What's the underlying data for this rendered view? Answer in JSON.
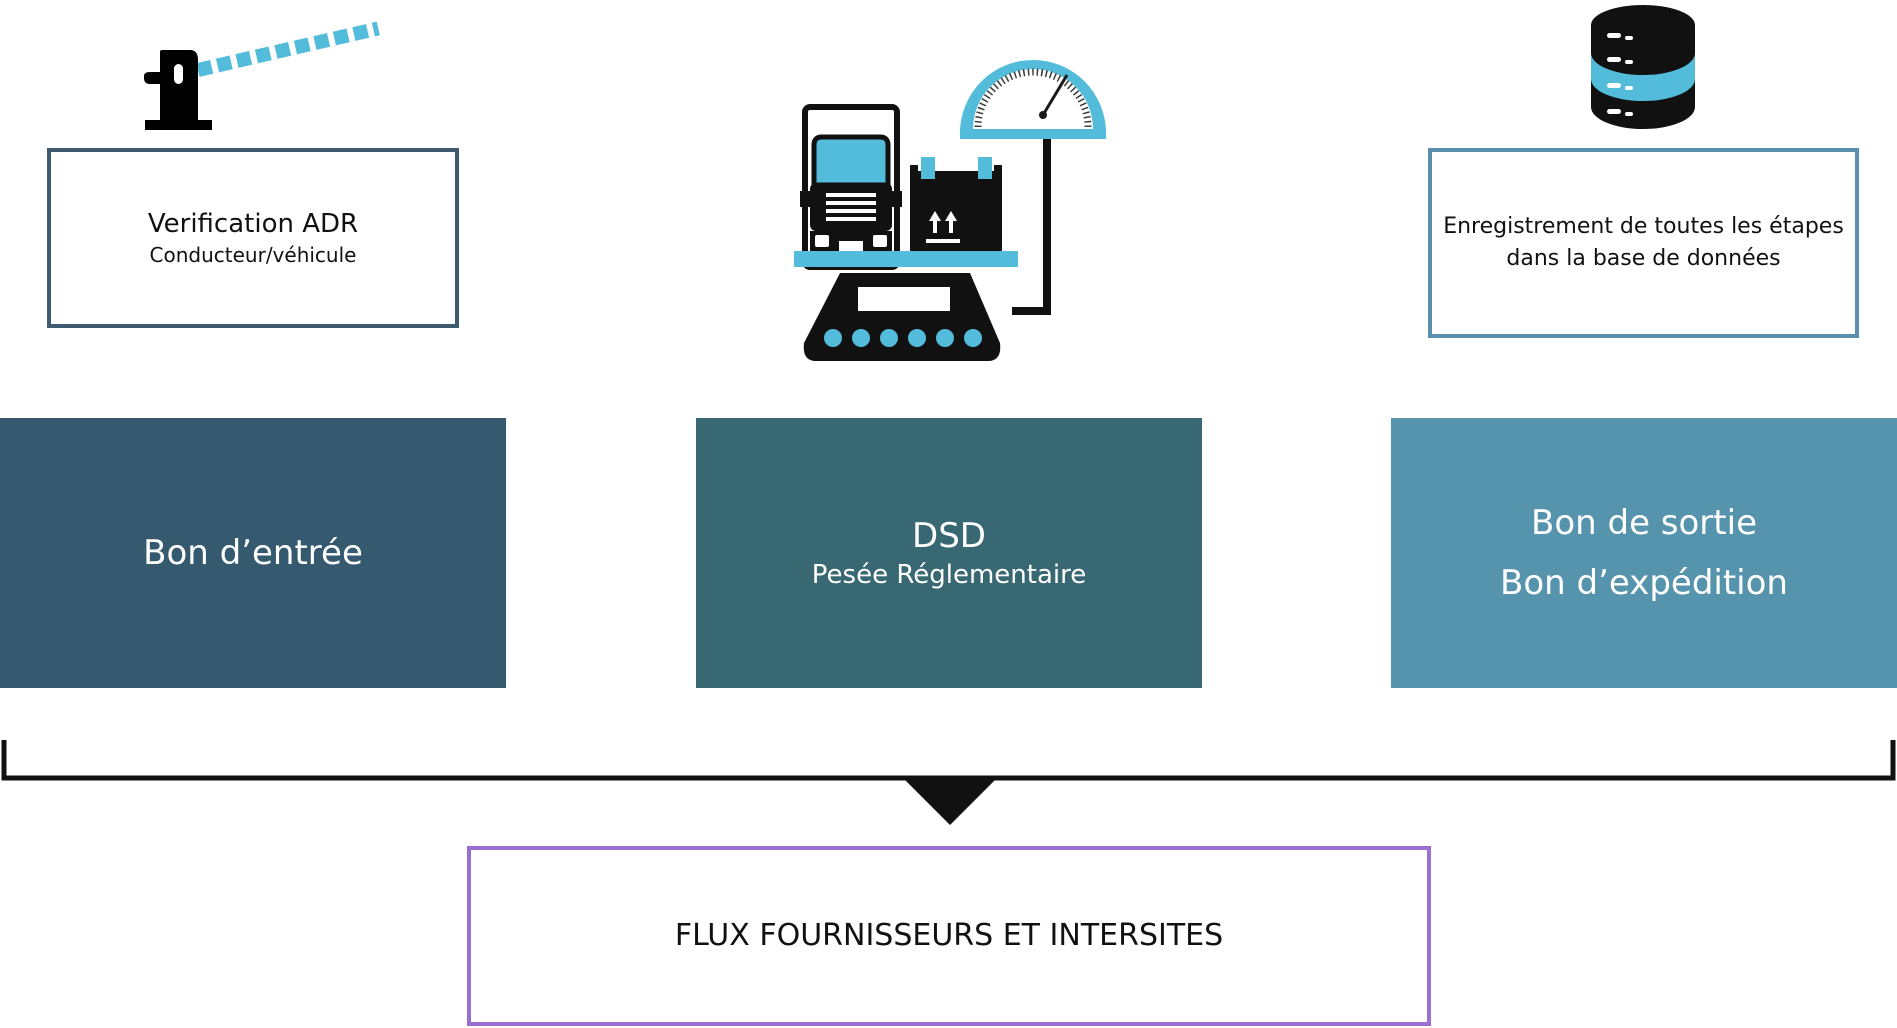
{
  "top": {
    "left_box": {
      "title": "Verification ADR",
      "subtitle": "Conducteur/véhicule"
    },
    "right_box": {
      "text_line1": "Enregistrement de toutes les étapes",
      "text_line2": "dans la base de données"
    }
  },
  "middle": {
    "entry": {
      "label": "Bon d’entrée"
    },
    "dsd": {
      "title": "DSD",
      "subtitle": "Pesée Réglementaire"
    },
    "exit": {
      "line1": "Bon de sortie",
      "line2": "Bon d’expédition"
    }
  },
  "bottom": {
    "label": "FLUX FOURNISSEURS ET INTERSITES"
  },
  "icons": {
    "barrier": "barrier-gate-icon",
    "scale": "truck-weighing-scale-icon",
    "database": "database-icon"
  },
  "colors": {
    "entry_fill": "#355a70",
    "dsd_fill": "#386872",
    "exit_fill": "#5693ad",
    "accent_blue": "#54bcdb",
    "outline_left": "#3d5a70",
    "outline_right": "#5a8fae",
    "outline_bottom": "#9a6fd0"
  }
}
